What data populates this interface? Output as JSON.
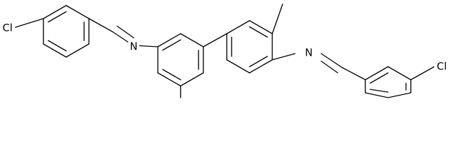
{
  "diagram": {
    "type": "chemical structure",
    "atoms": {
      "cl_left": "Cl",
      "n_left": "N",
      "n_right": "N",
      "cl_right": "Cl"
    },
    "colors": {
      "ink": "#000000",
      "background": "#ffffff"
    }
  }
}
